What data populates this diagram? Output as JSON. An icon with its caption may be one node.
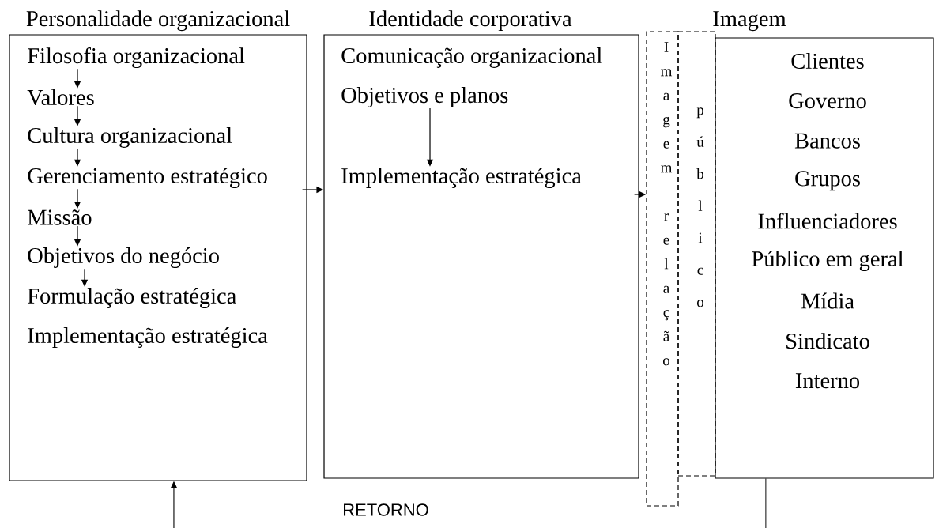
{
  "diagram": {
    "nodes": [
      {
        "text": [
          "Personalidade organizacional"
        ]
      },
      {
        "text": [
          "Filosofia organizacional"
        ],
        "in": 0
      },
      {
        "text": [
          "Valores"
        ],
        "in": 0
      },
      {
        "text": [
          "Cultura organizacional"
        ],
        "in": 0
      },
      {
        "text": [
          "Gerenciamento estratégico"
        ],
        "in": 0
      },
      {
        "text": [
          "Missão"
        ],
        "in": 0
      },
      {
        "text": [
          "Objetivos do negócio"
        ],
        "in": 0
      },
      {
        "text": [
          "Formulação estratégica"
        ],
        "in": 0
      },
      {
        "text": [
          "Implementação estratégica"
        ],
        "in": 0
      },
      {
        "text": [
          "Identidade corporativa"
        ]
      },
      {
        "text": [
          "Comunicação organizacional"
        ],
        "in": 9
      },
      {
        "text": [
          "Objetivos e planos"
        ],
        "in": 9
      },
      {
        "text": [
          "Implementação estratégica"
        ],
        "in": 9
      },
      {
        "text": [
          "Imagem relação"
        ]
      },
      {
        "text": [
          "público"
        ]
      },
      {
        "text": [
          "Imagem"
        ]
      },
      {
        "text": [
          "Clientes"
        ],
        "in": 15
      },
      {
        "text": [
          "Governo"
        ],
        "in": 15
      },
      {
        "text": [
          "Bancos"
        ],
        "in": 15
      },
      {
        "text": [
          "Grupos"
        ],
        "in": 15
      },
      {
        "text": [
          "Influenciadores"
        ],
        "in": 15
      },
      {
        "text": [
          "Público em geral"
        ],
        "in": 15
      },
      {
        "text": [
          "Mídia"
        ],
        "in": 15
      },
      {
        "text": [
          "Sindicato"
        ],
        "in": 15
      },
      {
        "text": [
          "Interno"
        ],
        "in": 15
      }
    ],
    "edges": [
      {
        "from": 1,
        "to": 2,
        "arrow": "to"
      },
      {
        "from": 2,
        "to": 3,
        "arrow": "to"
      },
      {
        "from": 3,
        "to": 4,
        "arrow": "to"
      },
      {
        "from": 4,
        "to": 5,
        "arrow": "to"
      },
      {
        "from": 5,
        "to": 6,
        "arrow": "to"
      },
      {
        "from": 6,
        "to": 7,
        "arrow": "to"
      },
      {
        "from": 11,
        "to": 12,
        "arrow": "to"
      },
      {
        "from": 0,
        "to": 9,
        "arrow": "to"
      },
      {
        "from": 9,
        "to": 13,
        "arrow": "to"
      },
      {
        "from": 15,
        "to": null,
        "arrow": "none"
      },
      {
        "from": null,
        "to": 0,
        "arrow": "to"
      }
    ],
    "labels": [
      "RETORNO"
    ]
  }
}
